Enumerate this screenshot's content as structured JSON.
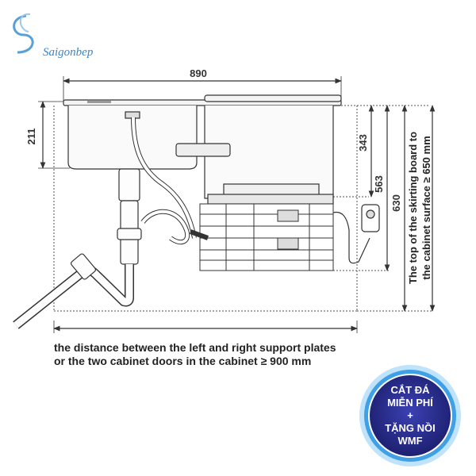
{
  "brand": {
    "name": "Saigonbep"
  },
  "dimensions": {
    "width_top": "890",
    "sink_depth": "211",
    "d343": "343",
    "d563": "563",
    "d630": "630"
  },
  "side_note": {
    "line1": "The top of the skirting board to",
    "line2": "the cabinet surface ≥ 650 mm"
  },
  "caption": {
    "line1": "the distance between the left and right support plates",
    "line2": "or the two cabinet doors in the cabinet ≥ 900 mm"
  },
  "promo_badge": {
    "line1": "CẮT ĐÁ",
    "line2": "MIỄN PHÍ",
    "line3": "+",
    "line4": "TẶNG NỒI",
    "line5": "WMF"
  },
  "colors": {
    "line": "#333333",
    "brand": "#3a86c8",
    "badge_inner": "#2b2f8e",
    "badge_ring": "#3fa0e6"
  }
}
